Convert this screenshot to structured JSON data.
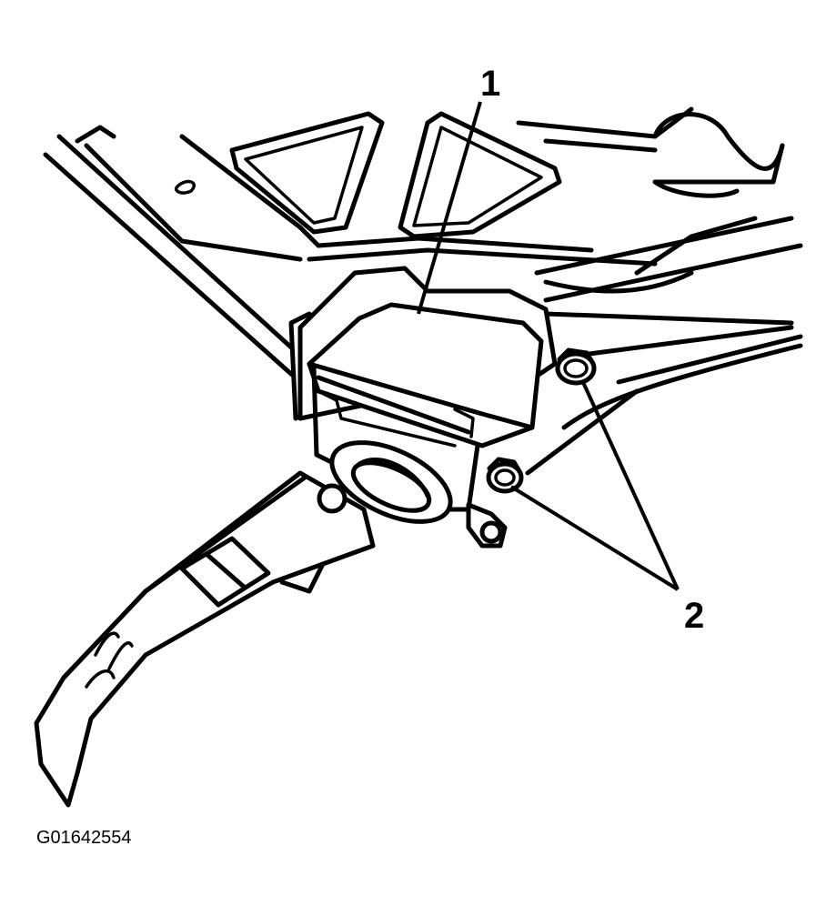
{
  "figure": {
    "id": "G01642554",
    "callouts": [
      {
        "number": "1"
      },
      {
        "number": "2"
      }
    ]
  }
}
